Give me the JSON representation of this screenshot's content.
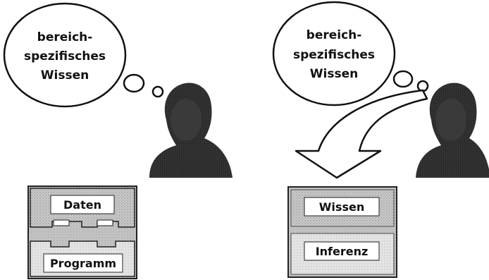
{
  "left": {
    "bubble": {
      "line1": "bereich-",
      "line2": "spezifisches",
      "line3": "Wissen"
    },
    "box": {
      "top_label": "Daten",
      "bottom_label": "Programm"
    }
  },
  "right": {
    "bubble": {
      "line1": "bereich-",
      "line2": "spezifisches",
      "line3": "Wissen"
    },
    "box": {
      "top_label": "Wissen",
      "bottom_label": "Inferenz"
    }
  }
}
